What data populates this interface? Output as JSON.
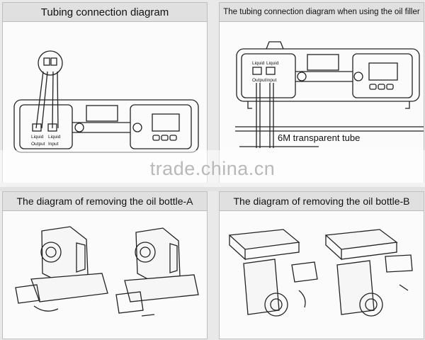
{
  "panels": {
    "top_left": {
      "title": "Tubing connection diagram",
      "port_left_label": "Liquid",
      "port_right_label": "Liquid",
      "caption_output": "Output",
      "caption_input": "Input"
    },
    "top_right": {
      "title": "The tubing connection diagram when using the oil filler",
      "port_left_label": "Liquid",
      "port_right_label": "Liquid",
      "caption_output": "Output",
      "caption_input": "Input",
      "tube_label": "6M transparent tube"
    },
    "bottom_left": {
      "title": "The diagram of removing the oil bottle-A"
    },
    "bottom_right": {
      "title": "The diagram of removing the oil bottle-B"
    }
  },
  "watermark": "trade.china.cn",
  "colors": {
    "title_bar": "#e0e0e0",
    "line_art": "#222222",
    "watermark": "#b9b9b9"
  }
}
